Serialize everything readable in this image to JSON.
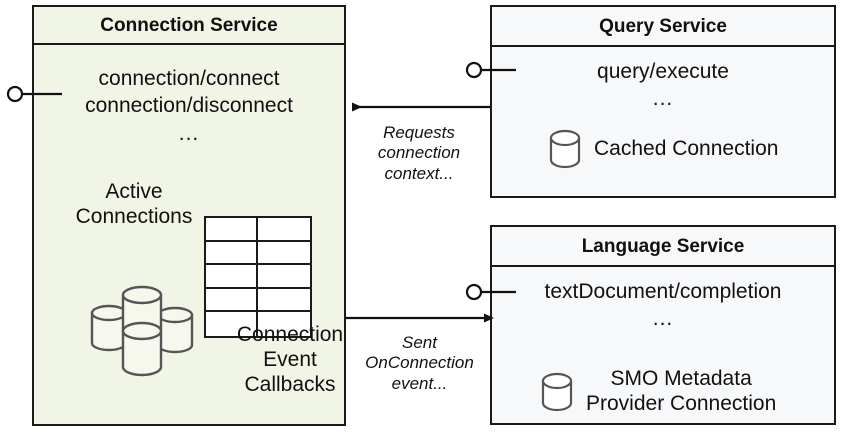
{
  "diagram": {
    "title": "SQL Tools Service component interaction diagram",
    "colors": {
      "connection_service_fill": "#f1f5e6",
      "service_fill": "#f7f8fa",
      "stroke": "#1a1a1a",
      "icon_stroke": "#555555",
      "text": "#111111"
    }
  },
  "connection_service": {
    "title": "Connection Service",
    "endpoints": [
      "connection/connect",
      "connection/disconnect",
      "..."
    ],
    "active_connections_label": "Active\nConnections",
    "active_connections_label_lines": [
      "Active",
      "Connections"
    ],
    "callbacks_label_lines": [
      "Connection",
      "Event",
      "Callbacks"
    ],
    "cluster_icon": "database-cluster-icon",
    "table_icon": "table-grid-icon",
    "table_rows": 5,
    "table_cols": 2,
    "provided_interface": "lollipop-interface"
  },
  "query_service": {
    "title": "Query Service",
    "endpoints": [
      "query/execute",
      "..."
    ],
    "artifact_label": "Cached Connection",
    "artifact_icon": "database-cylinder-icon",
    "provided_interface": "lollipop-interface"
  },
  "language_service": {
    "title": "Language Service",
    "endpoints": [
      "textDocument/completion",
      "..."
    ],
    "artifact_label_lines": [
      "SMO Metadata",
      "Provider Connection"
    ],
    "artifact_icon": "database-cylinder-icon",
    "provided_interface": "lollipop-interface"
  },
  "edges": [
    {
      "id": "query-to-connection",
      "from": "Query Service",
      "to": "Connection Service",
      "label_lines": [
        "Requests",
        "connection",
        "context..."
      ],
      "direction": "right-to-left"
    },
    {
      "id": "connection-to-language",
      "from": "Connection Service",
      "to": "Language Service",
      "label_lines": [
        "Sent",
        "OnConnection",
        "event..."
      ],
      "direction": "left-to-right"
    }
  ]
}
